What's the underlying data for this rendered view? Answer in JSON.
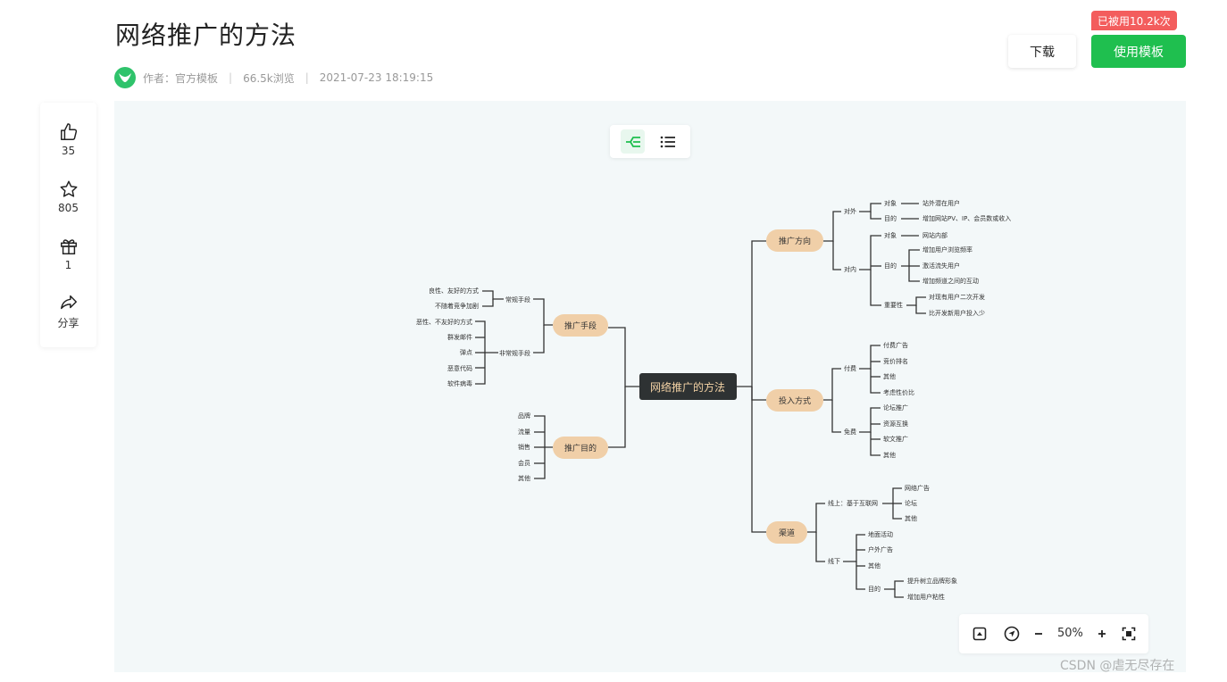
{
  "header": {
    "title": "网络推广的方法",
    "author": "作者：官方模板",
    "views": "66.5k浏览",
    "date": "2021-07-23 18:19:15",
    "download_label": "下载",
    "use_label": "使用模板",
    "badge": "已被用10.2k次"
  },
  "sidebar": {
    "like_count": "35",
    "star_count": "805",
    "gift_count": "1",
    "share_label": "分享"
  },
  "zoom": {
    "level": "50%"
  },
  "watermark": "CSDN @虐无尽存在",
  "colors": {
    "accent": "#1fbf4f",
    "badge": "#f35d5d",
    "node": "#f0cfa8",
    "root": "#2e3233",
    "canvas": "#f3f8f9"
  },
  "mindmap": {
    "root": "网络推广的方法",
    "b1": "推广手段",
    "b1_c1": "常规手段",
    "b1_c1_1": "良性、友好的方式",
    "b1_c1_2": "不随着竞争加剧",
    "b1_c2": "非常规手段",
    "b1_c2_1": "恶性、不友好的方式",
    "b1_c2_2": "群发邮件",
    "b1_c2_3": "弹点",
    "b1_c2_4": "恶意代码",
    "b1_c2_5": "软件病毒",
    "b2": "推广目的",
    "b2_1": "品牌",
    "b2_2": "流量",
    "b2_3": "销售",
    "b2_4": "会员",
    "b2_5": "其他",
    "b3": "推广方向",
    "b3_c1": "对外",
    "b3_c1_a": "对象",
    "b3_c1_a1": "站外潜在用户",
    "b3_c1_b": "目的",
    "b3_c1_b1": "增加网站PV、IP、会员数或收入",
    "b3_c2": "对内",
    "b3_c2_a": "对象",
    "b3_c2_a1": "网站内部",
    "b3_c2_b": "目的",
    "b3_c2_b1": "增加用户浏览频率",
    "b3_c2_b2": "激活流失用户",
    "b3_c2_b3": "增加频道之间的互动",
    "b3_c2_c": "重要性",
    "b3_c2_c1": "对现有用户二次开发",
    "b3_c2_c2": "比开发新用户投入少",
    "b4": "投入方式",
    "b4_c1": "付费",
    "b4_c1_1": "付费广告",
    "b4_c1_2": "竞价排名",
    "b4_c1_3": "其他",
    "b4_c1_4": "考虑性价比",
    "b4_c2": "免费",
    "b4_c2_1": "论坛推广",
    "b4_c2_2": "资源互换",
    "b4_c2_3": "软文推广",
    "b4_c2_4": "其他",
    "b5": "渠道",
    "b5_c1": "线上：基于互联网",
    "b5_c1_1": "网络广告",
    "b5_c1_2": "论坛",
    "b5_c1_3": "其他",
    "b5_c2": "线下",
    "b5_c2_1": "地面活动",
    "b5_c2_2": "户外广告",
    "b5_c2_3": "其他",
    "b5_c2_4": "目的",
    "b5_c2_4a": "提升树立品牌形象",
    "b5_c2_4b": "增加用户粘性"
  }
}
